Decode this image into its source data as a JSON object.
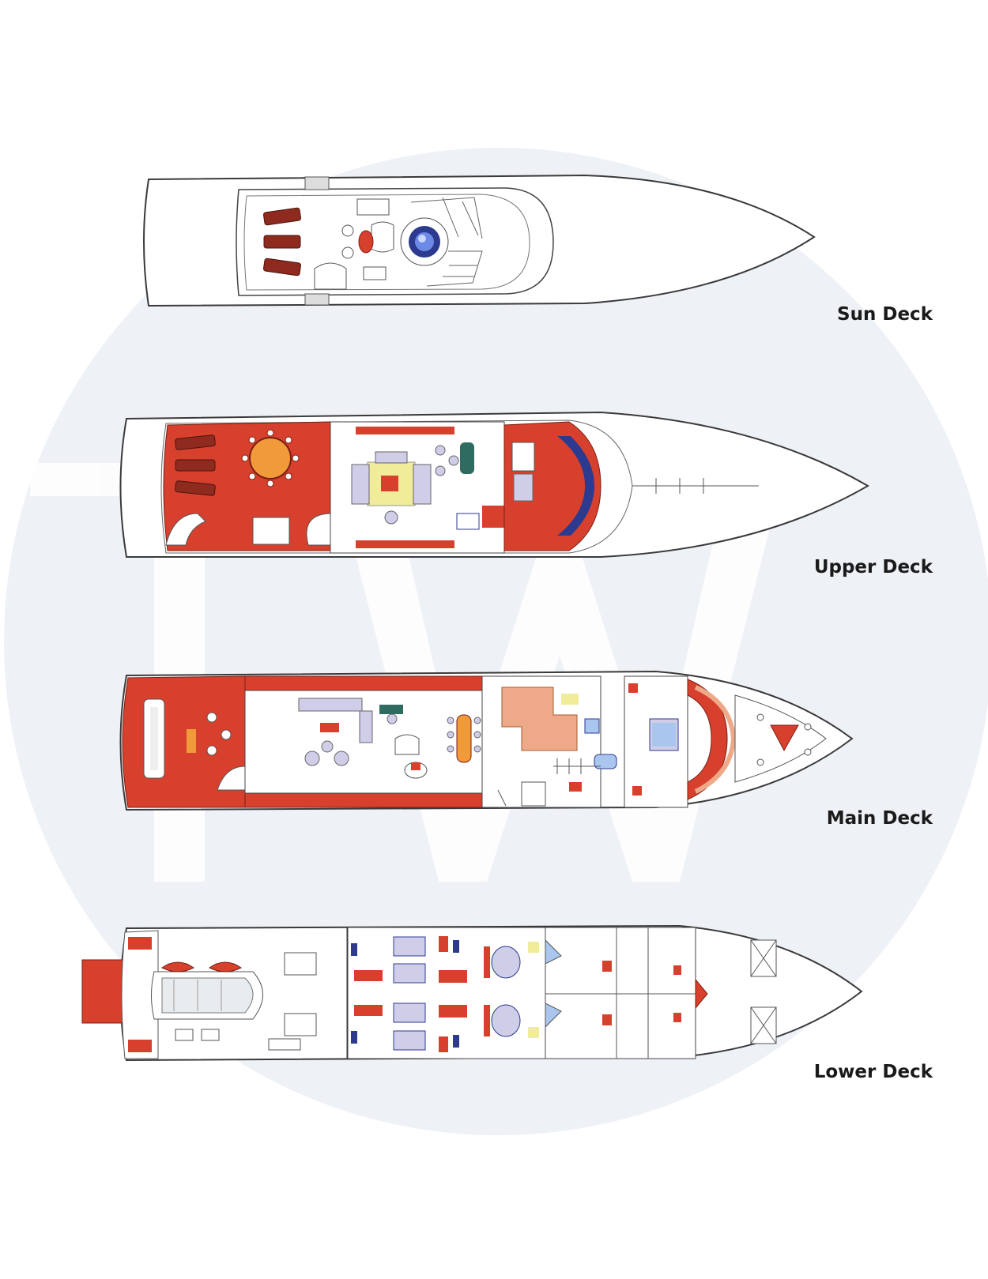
{
  "decks": [
    {
      "id": "sun",
      "label": "Sun Deck"
    },
    {
      "id": "upper",
      "label": "Upper Deck"
    },
    {
      "id": "main",
      "label": "Main Deck"
    },
    {
      "id": "lower",
      "label": "Lower Deck"
    }
  ],
  "watermark": {
    "text": "TW"
  },
  "colors": {
    "watermark_disc": "#eef1f6",
    "deck_red": "#d8402e",
    "deck_dark_red": "#8e2a1e",
    "hull_outline": "#3a3a3a",
    "sofa_lavender": "#cfcde8",
    "accent_blue": "#2c3a8f",
    "accent_light_blue": "#a9c6ee",
    "accent_yellow": "#f0ec9a",
    "accent_peach": "#eeaa88"
  }
}
